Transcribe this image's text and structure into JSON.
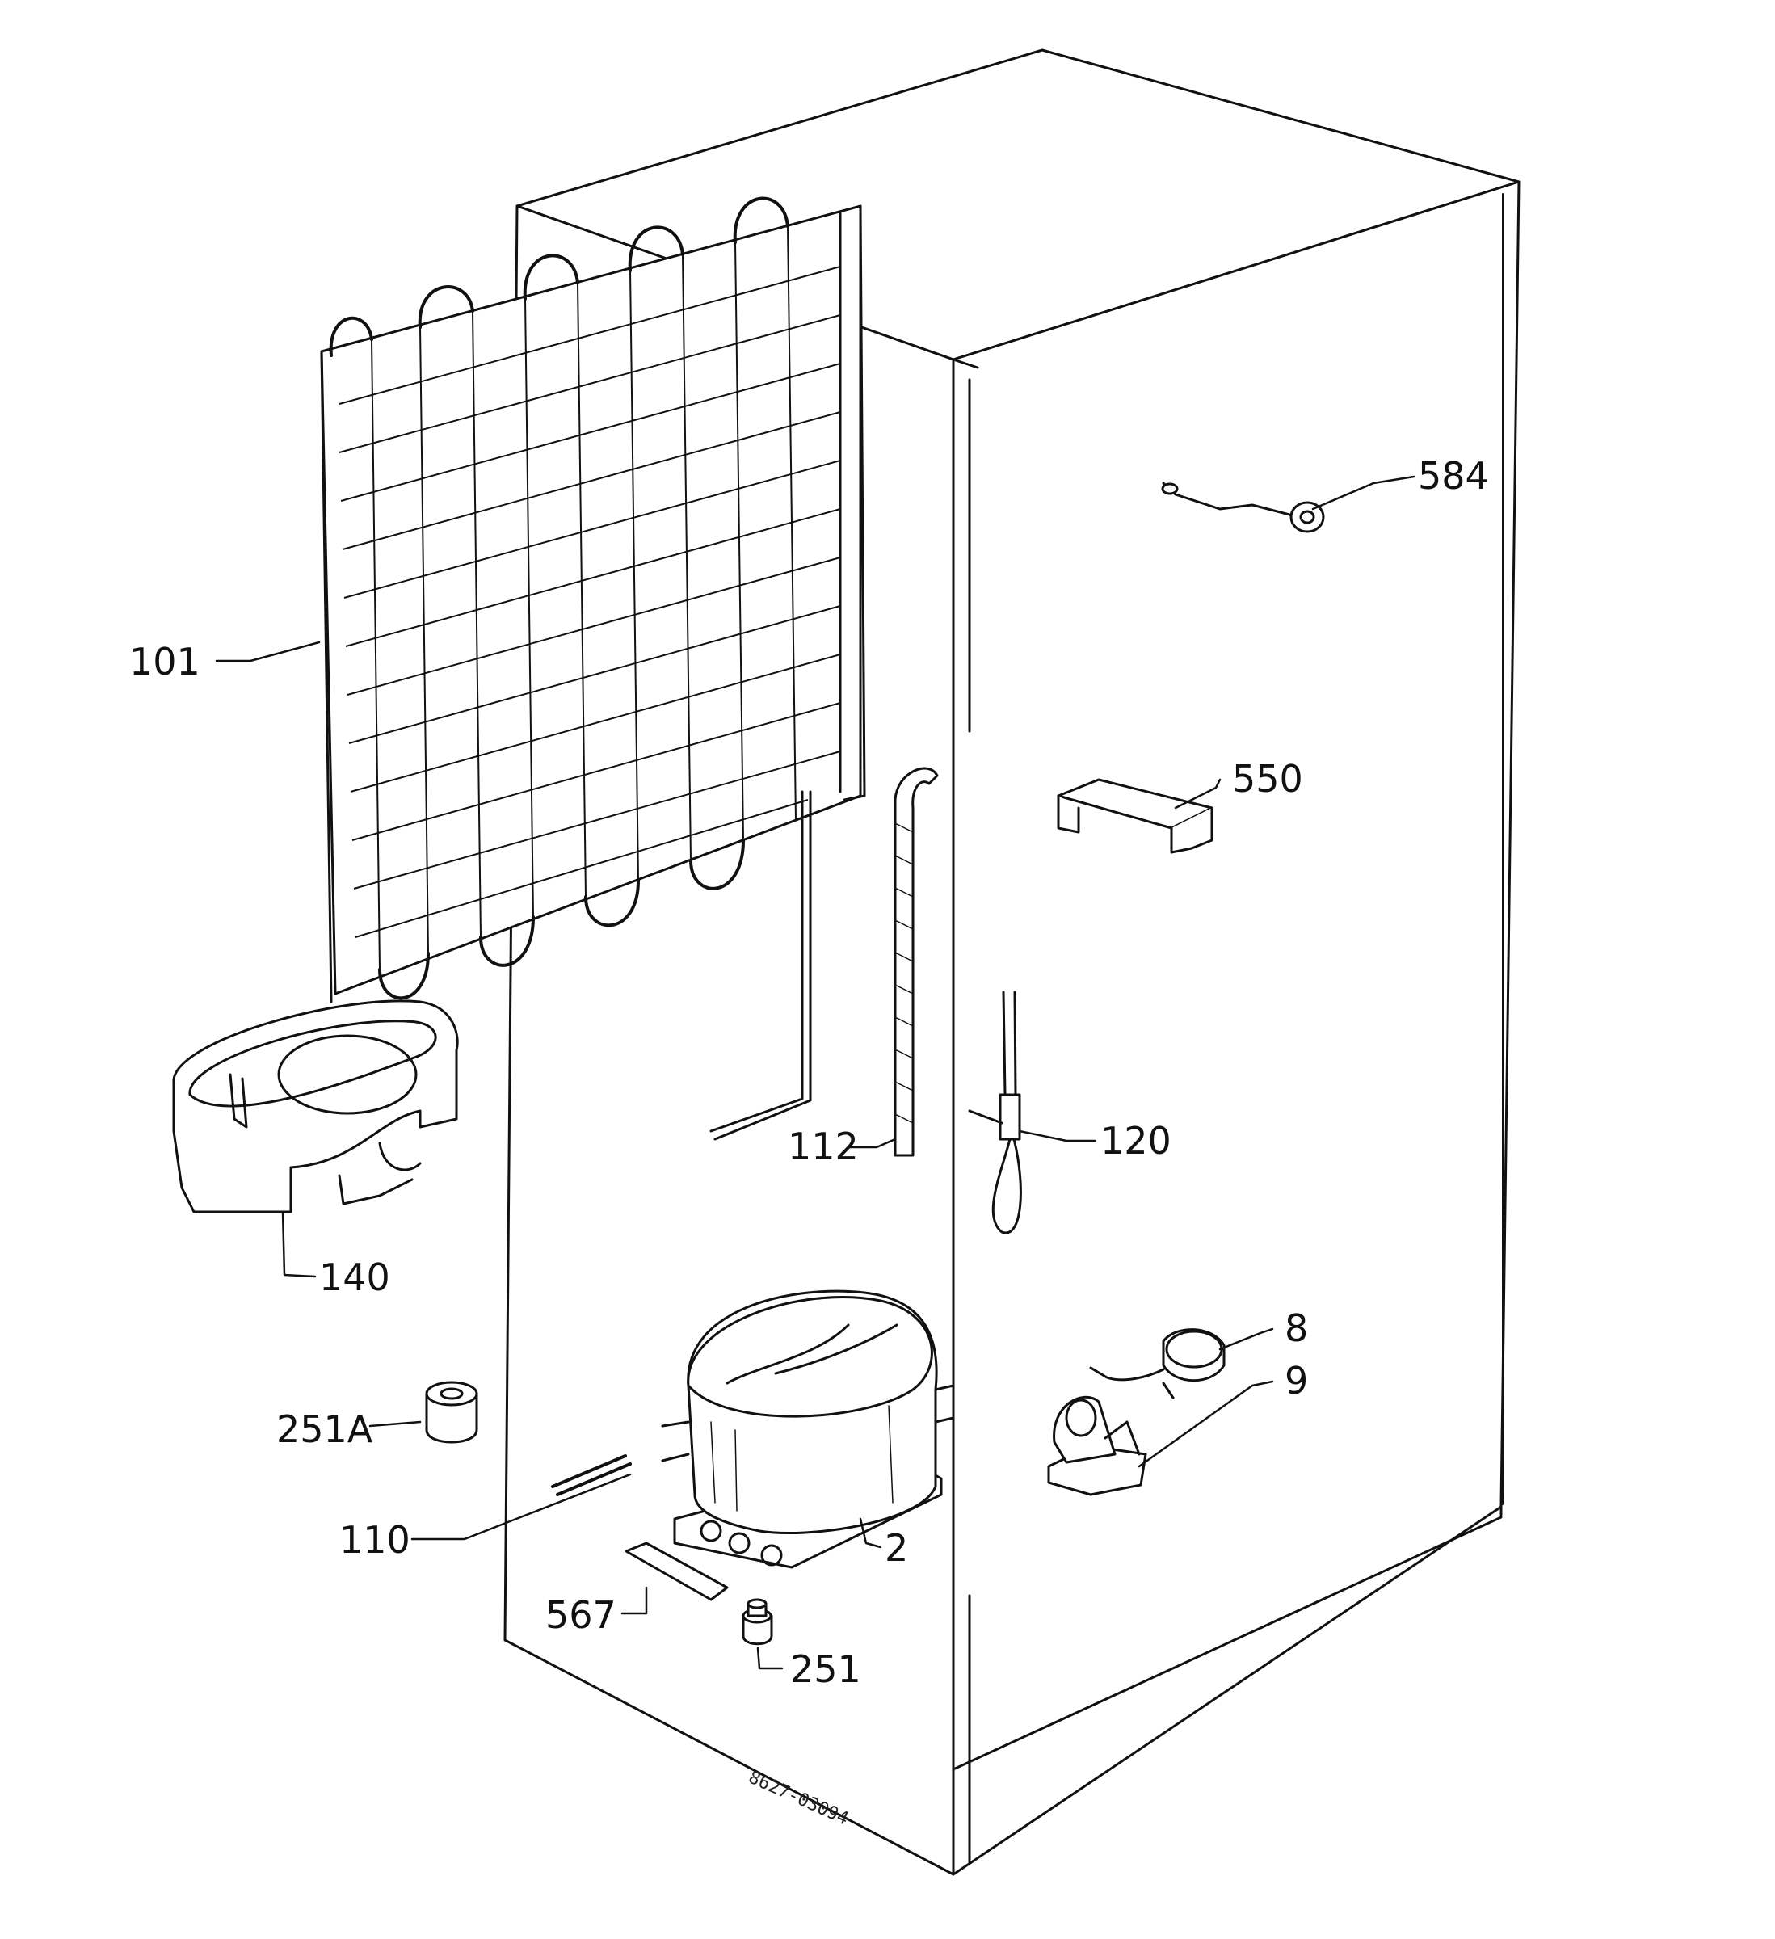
{
  "diagram": {
    "drawing_code": "8627-03094",
    "callouts": [
      {
        "id": "c584",
        "label": "584"
      },
      {
        "id": "c101",
        "label": "101"
      },
      {
        "id": "c550",
        "label": "550"
      },
      {
        "id": "c112",
        "label": "112"
      },
      {
        "id": "c120",
        "label": "120"
      },
      {
        "id": "c140",
        "label": "140"
      },
      {
        "id": "c8",
        "label": "8"
      },
      {
        "id": "c9",
        "label": "9"
      },
      {
        "id": "c251A",
        "label": "251A"
      },
      {
        "id": "c110",
        "label": "110"
      },
      {
        "id": "c2",
        "label": "2"
      },
      {
        "id": "c567",
        "label": "567"
      },
      {
        "id": "c251",
        "label": "251"
      }
    ]
  }
}
